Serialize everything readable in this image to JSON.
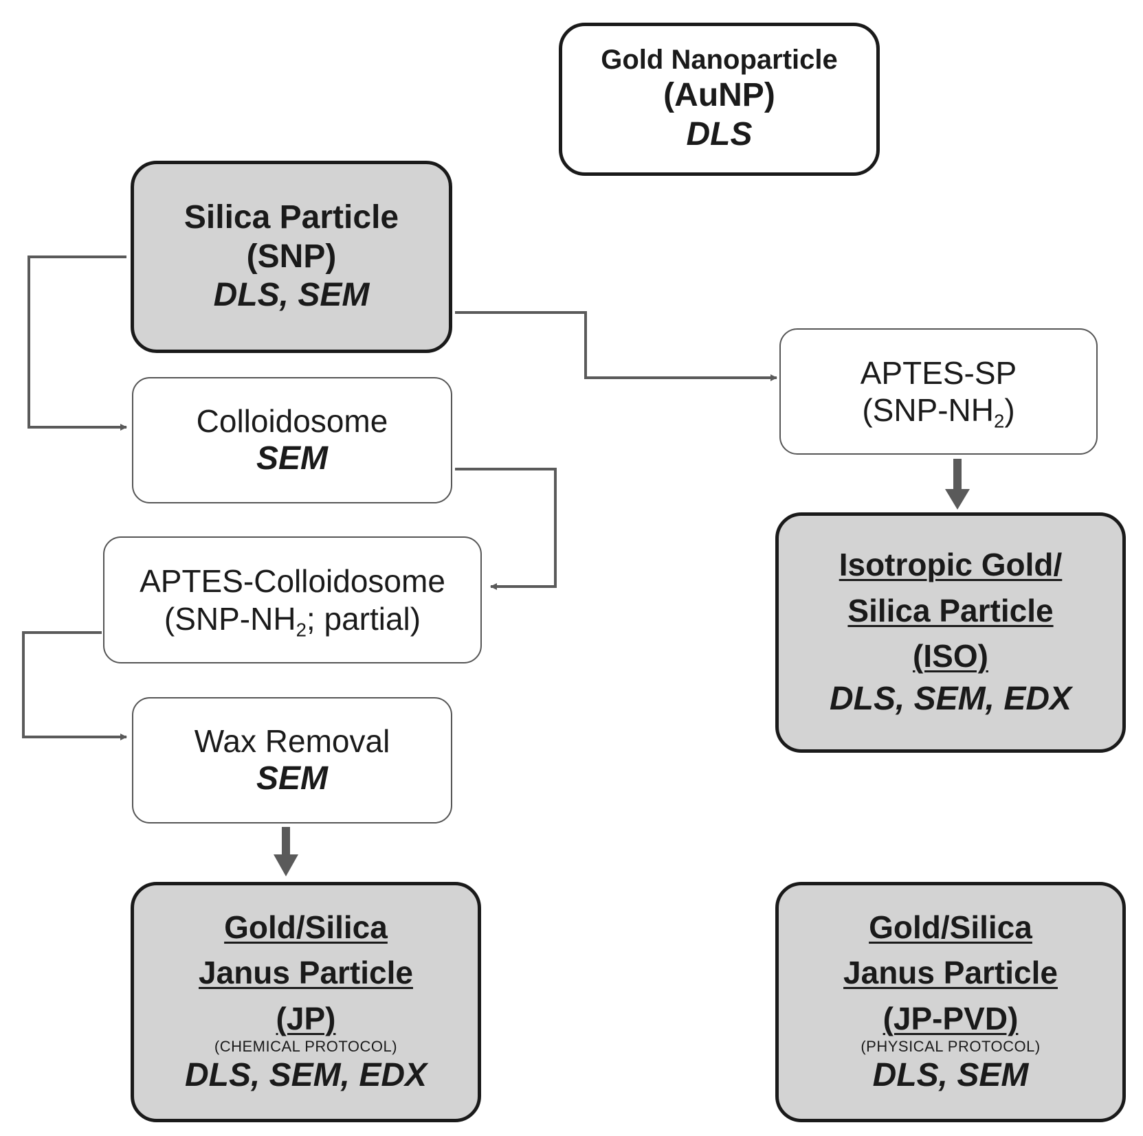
{
  "nodes": {
    "aunp": {
      "name": "Gold Nanoparticle",
      "abbr": "(AuNP)",
      "methods": "DLS"
    },
    "snp": {
      "name": "Silica Particle",
      "abbr": "(SNP)",
      "methods": "DLS, SEM"
    },
    "colloidosome": {
      "name": "Colloidosome",
      "methods": "SEM"
    },
    "aptes_colloidosome": {
      "name": "APTES-Colloidosome",
      "abbr_pre": "(SNP-NH",
      "abbr_sub": "2",
      "abbr_post": "; partial)"
    },
    "wax_removal": {
      "name": "Wax Removal",
      "methods": "SEM"
    },
    "jp": {
      "line1": "Gold/Silica",
      "line2": "Janus Particle",
      "abbr": "(JP)",
      "protocol": "(CHEMICAL PROTOCOL)",
      "methods": "DLS, SEM, EDX"
    },
    "aptes_sp": {
      "name": "APTES-SP",
      "abbr_pre": "(SNP-NH",
      "abbr_sub": "2",
      "abbr_post": ")"
    },
    "iso": {
      "line1": "Isotropic Gold/",
      "line2": "Silica  Particle",
      "abbr": "(ISO)",
      "methods": "DLS, SEM, EDX"
    },
    "jp_pvd": {
      "line1": "Gold/Silica",
      "line2": "Janus Particle",
      "abbr": "(JP-PVD)",
      "protocol": "(PHYSICAL PROTOCOL)",
      "methods": "DLS, SEM"
    }
  },
  "colors": {
    "box_fill_grey": "#d3d3d3",
    "arrow": "#5a5a5a",
    "border": "#1a1a1a"
  }
}
